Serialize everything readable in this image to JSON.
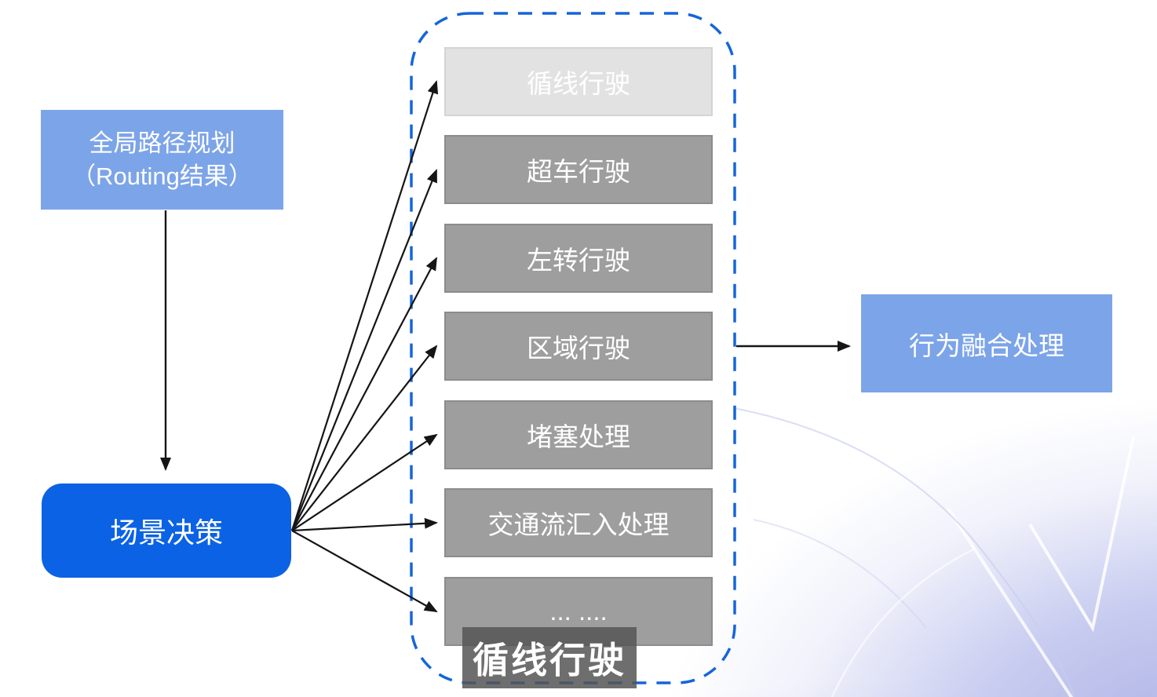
{
  "colors": {
    "light-blue": "#7CA4E8",
    "primary-blue": "#0B62E4",
    "gray-box": "#9E9E9E",
    "gray-box-border": "#8C8C8C",
    "light-gray-box": "#E2E2E2",
    "light-gray-box-border": "#D4D4D4",
    "dashed-border": "#1565DB",
    "caption-bg": "rgba(85,85,85,0.85)",
    "arrow": "#151515",
    "box-text": "#FFFFFF"
  },
  "nodes": {
    "global_planning": {
      "line1": "全局路径规划",
      "line2": "（Routing结果）"
    },
    "scene_decision": {
      "label": "场景决策"
    },
    "behavior_fusion": {
      "label": "行为融合处理"
    }
  },
  "scenario_group": {
    "items": [
      {
        "label": "循线行驶",
        "state": "highlight"
      },
      {
        "label": "超车行驶",
        "state": "normal"
      },
      {
        "label": "左转行驶",
        "state": "normal"
      },
      {
        "label": "区域行驶",
        "state": "normal"
      },
      {
        "label": "堵塞处理",
        "state": "normal"
      },
      {
        "label": "交通流汇入处理",
        "state": "normal"
      },
      {
        "label": "... ....",
        "state": "normal"
      }
    ]
  },
  "caption": {
    "label": "循线行驶"
  }
}
